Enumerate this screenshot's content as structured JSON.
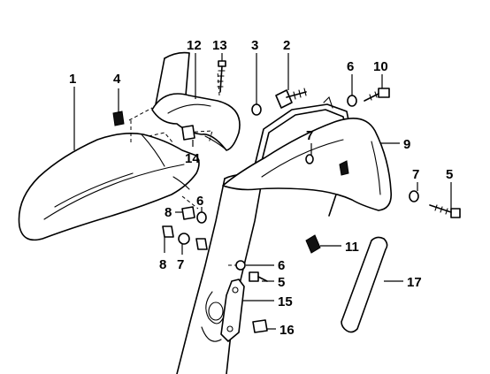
{
  "callouts": {
    "c1": "1",
    "c2": "2",
    "c3": "3",
    "c4": "4",
    "c5a": "5",
    "c5b": "5",
    "c6a": "6",
    "c6b": "6",
    "c6c": "6",
    "c7a": "7",
    "c7b": "7",
    "c7c": "7",
    "c8a": "8",
    "c8b": "8",
    "c9": "9",
    "c10": "10",
    "c11": "11",
    "c12": "12",
    "c13": "13",
    "c14": "14",
    "c15": "15",
    "c16": "16",
    "c17": "17"
  }
}
